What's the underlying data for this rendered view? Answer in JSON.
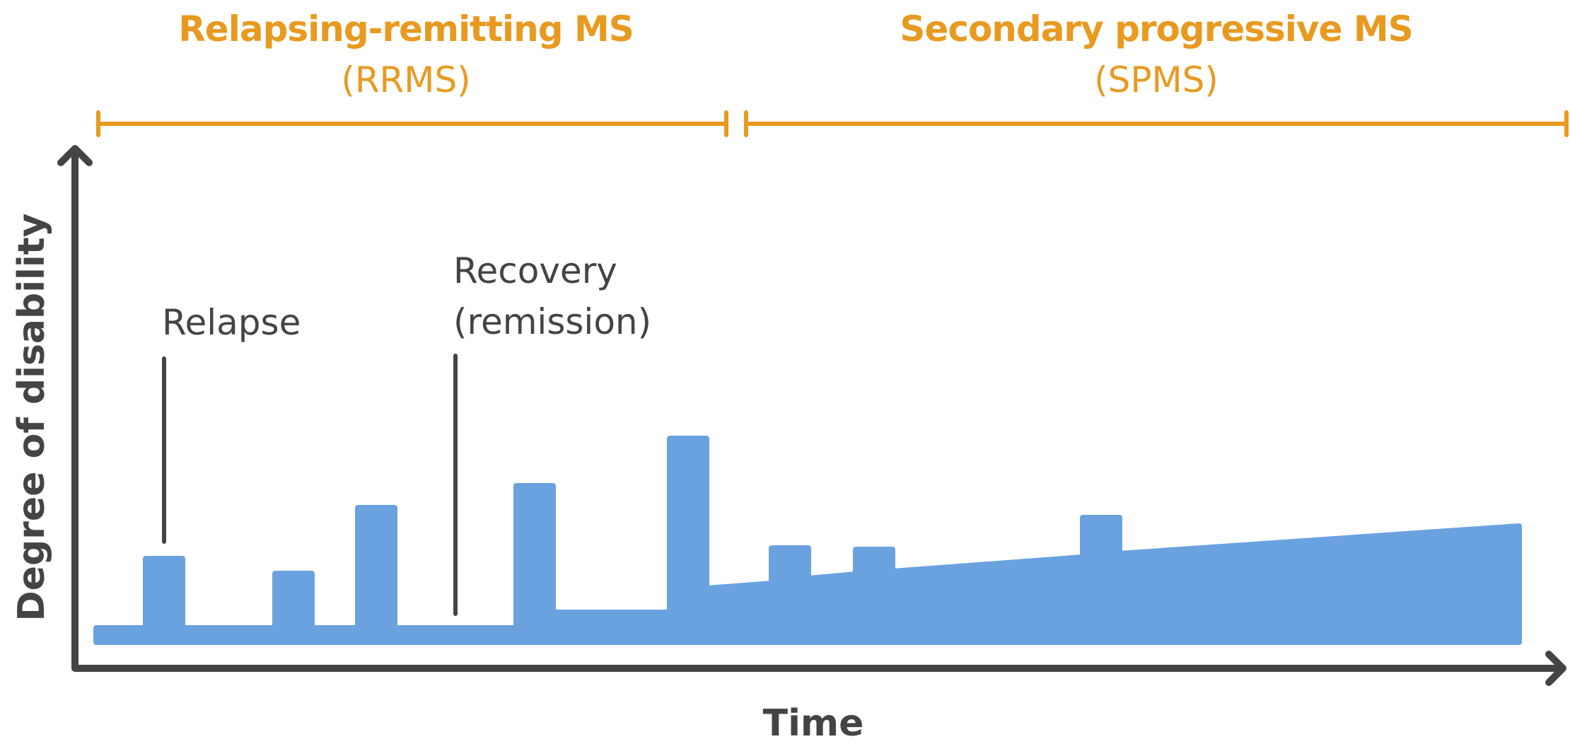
{
  "colors": {
    "phase": "#E89A20",
    "area": "#6AA2E0",
    "ink": "#444444"
  },
  "phases": [
    {
      "title": "Relapsing-remitting MS",
      "abbr": "(RRMS)"
    },
    {
      "title": "Secondary progressive MS",
      "abbr": "(SPMS)"
    }
  ],
  "annotations": {
    "relapse": "Relapse",
    "recovery_line1": "Recovery",
    "recovery_line2": "(remission)"
  },
  "axes": {
    "x_label": "Time",
    "y_label": "Degree of disability"
  }
}
